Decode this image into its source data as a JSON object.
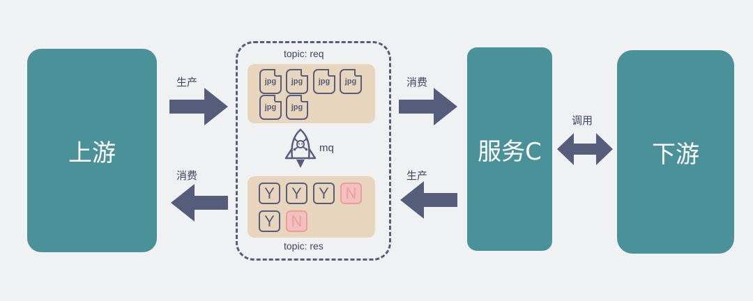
{
  "upstream_label": "上游",
  "downstream_label": "下游",
  "service_label": "服务C",
  "produce_label_top": "生产",
  "consume_label_top": "消费",
  "consume_label_bottom": "消费",
  "produce_label_bottom": "生产",
  "call_label": "调用",
  "queue": {
    "name": "mq",
    "req_topic": "topic: req",
    "res_topic": "topic: res",
    "req_items": [
      "jpg",
      "jpg",
      "jpg",
      "jpg",
      "jpg",
      "jpg"
    ],
    "res_items": [
      {
        "text": "Y",
        "status": "ok"
      },
      {
        "text": "Y",
        "status": "ok"
      },
      {
        "text": "Y",
        "status": "ok"
      },
      {
        "text": "N",
        "status": "fail"
      },
      {
        "text": "Y",
        "status": "ok"
      },
      {
        "text": "N",
        "status": "fail"
      }
    ]
  },
  "colors": {
    "background": "#eff1f3",
    "box": "#4a919a",
    "arrow": "#555d7b",
    "panel": "#e7d5bd",
    "fail": "#ee9b9b"
  }
}
